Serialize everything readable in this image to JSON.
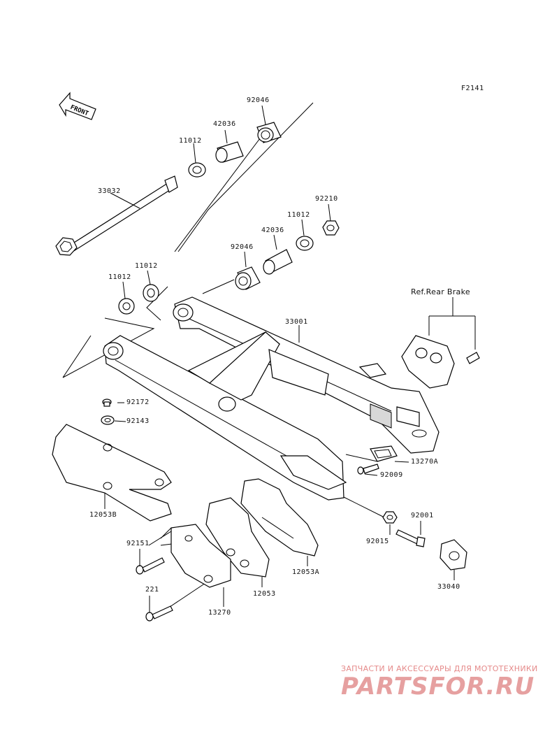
{
  "figure_code": "F2141",
  "front_arrow_text": "FRONT",
  "reference_label": "Ref.Rear Brake",
  "parts": [
    {
      "id": "p92046a",
      "label": "92046"
    },
    {
      "id": "p42036a",
      "label": "42036"
    },
    {
      "id": "p11012a",
      "label": "11012"
    },
    {
      "id": "p33032",
      "label": "33032"
    },
    {
      "id": "p92210",
      "label": "92210"
    },
    {
      "id": "p11012b",
      "label": "11012"
    },
    {
      "id": "p42036b",
      "label": "42036"
    },
    {
      "id": "p92046b",
      "label": "92046"
    },
    {
      "id": "p11012c",
      "label": "11012"
    },
    {
      "id": "p11012d",
      "label": "11012"
    },
    {
      "id": "p33001",
      "label": "33001"
    },
    {
      "id": "p92172",
      "label": "92172"
    },
    {
      "id": "p92143",
      "label": "92143"
    },
    {
      "id": "p13270A",
      "label": "13270A"
    },
    {
      "id": "p92009",
      "label": "92009"
    },
    {
      "id": "p12053B",
      "label": "12053B"
    },
    {
      "id": "p92001",
      "label": "92001"
    },
    {
      "id": "p92015",
      "label": "92015"
    },
    {
      "id": "p92151",
      "label": "92151"
    },
    {
      "id": "p12053A",
      "label": "12053A"
    },
    {
      "id": "p33040",
      "label": "33040"
    },
    {
      "id": "p12053",
      "label": "12053"
    },
    {
      "id": "p221",
      "label": "221"
    },
    {
      "id": "p13270",
      "label": "13270"
    }
  ],
  "watermark": {
    "caption": "ЗАПЧАСТИ И АКСЕССУАРЫ ДЛЯ МОТОТЕХНИКИ",
    "logo": "PARTSFOR.RU"
  }
}
